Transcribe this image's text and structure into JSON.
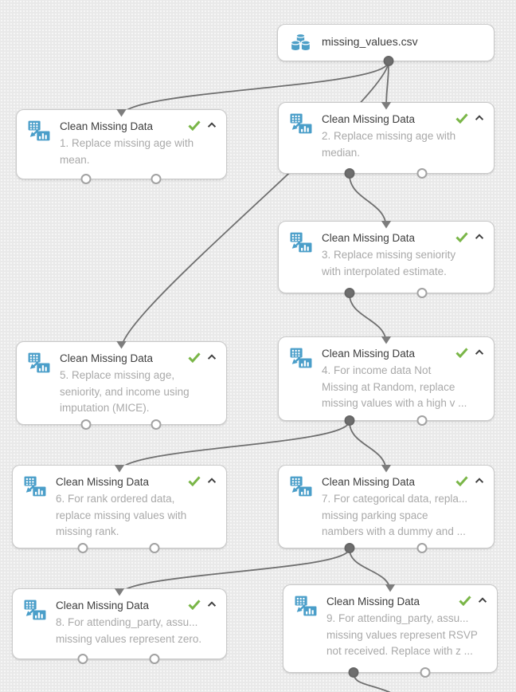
{
  "dataset_node": {
    "id": "dataset",
    "label": "missing_values.csv",
    "icon": "dataset-database-icon"
  },
  "modules": [
    {
      "id": "n1",
      "title": "Clean Missing Data",
      "description": "1. Replace missing age with\nmean.",
      "status": "completed"
    },
    {
      "id": "n2",
      "title": "Clean Missing Data",
      "description": "2. Replace missing age with\nmedian.",
      "status": "completed"
    },
    {
      "id": "n3",
      "title": "Clean Missing Data",
      "description": "3. Replace missing seniority\nwith interpolated estimate.",
      "status": "completed"
    },
    {
      "id": "n4",
      "title": "Clean Missing Data",
      "description": "4. For income data Not\nMissing at Random, replace\nmissing values with a high v ...",
      "status": "completed"
    },
    {
      "id": "n5",
      "title": "Clean Missing Data",
      "description": "5. Replace missing age,\nseniority, and income using\nimputation (MICE).",
      "status": "completed"
    },
    {
      "id": "n6",
      "title": "Clean Missing Data",
      "description": "6. For rank ordered data,\nreplace missing values with\nmissing rank.",
      "status": "completed"
    },
    {
      "id": "n7",
      "title": "Clean Missing Data",
      "description": "7. For categorical data, repla...\nmissing parking space\nnambers with a dummy and  ...",
      "status": "completed"
    },
    {
      "id": "n8",
      "title": "Clean Missing Data",
      "description": "8. For attending_party, assu...\nmissing values represent zero.",
      "status": "completed"
    },
    {
      "id": "n9",
      "title": "Clean Missing Data",
      "description": "9. For attending_party, assu...\nmissing values represent RSVP\nnot received. Replace with z ...",
      "status": "completed"
    }
  ],
  "edges": [
    {
      "from": "dataset",
      "to": "n1"
    },
    {
      "from": "dataset",
      "to": "n2"
    },
    {
      "from": "dataset",
      "to": "n5"
    },
    {
      "from": "n2",
      "to": "n3"
    },
    {
      "from": "n3",
      "to": "n4"
    },
    {
      "from": "n4",
      "to": "n6"
    },
    {
      "from": "n4",
      "to": "n7"
    },
    {
      "from": "n7",
      "to": "n8"
    },
    {
      "from": "n7",
      "to": "n9"
    },
    {
      "from": "n9",
      "to": "offscreen-bottom"
    }
  ],
  "icons": {
    "module_icon": "clean-missing-data-icon",
    "status_icon": "checkmark-success-icon",
    "collapse_icon": "chevron-up-icon"
  },
  "colors": {
    "module_icon_blue": "#4a9ec9",
    "dataset_icon_blue": "#4d9fc7",
    "status_success_green": "#7ab648",
    "edge_gray": "#6f6f6f",
    "node_border": "#c9c9c9",
    "title_text": "#3e3e3e",
    "subtitle_text": "#a9a9a9",
    "canvas_bg": "#e9e9e9"
  }
}
